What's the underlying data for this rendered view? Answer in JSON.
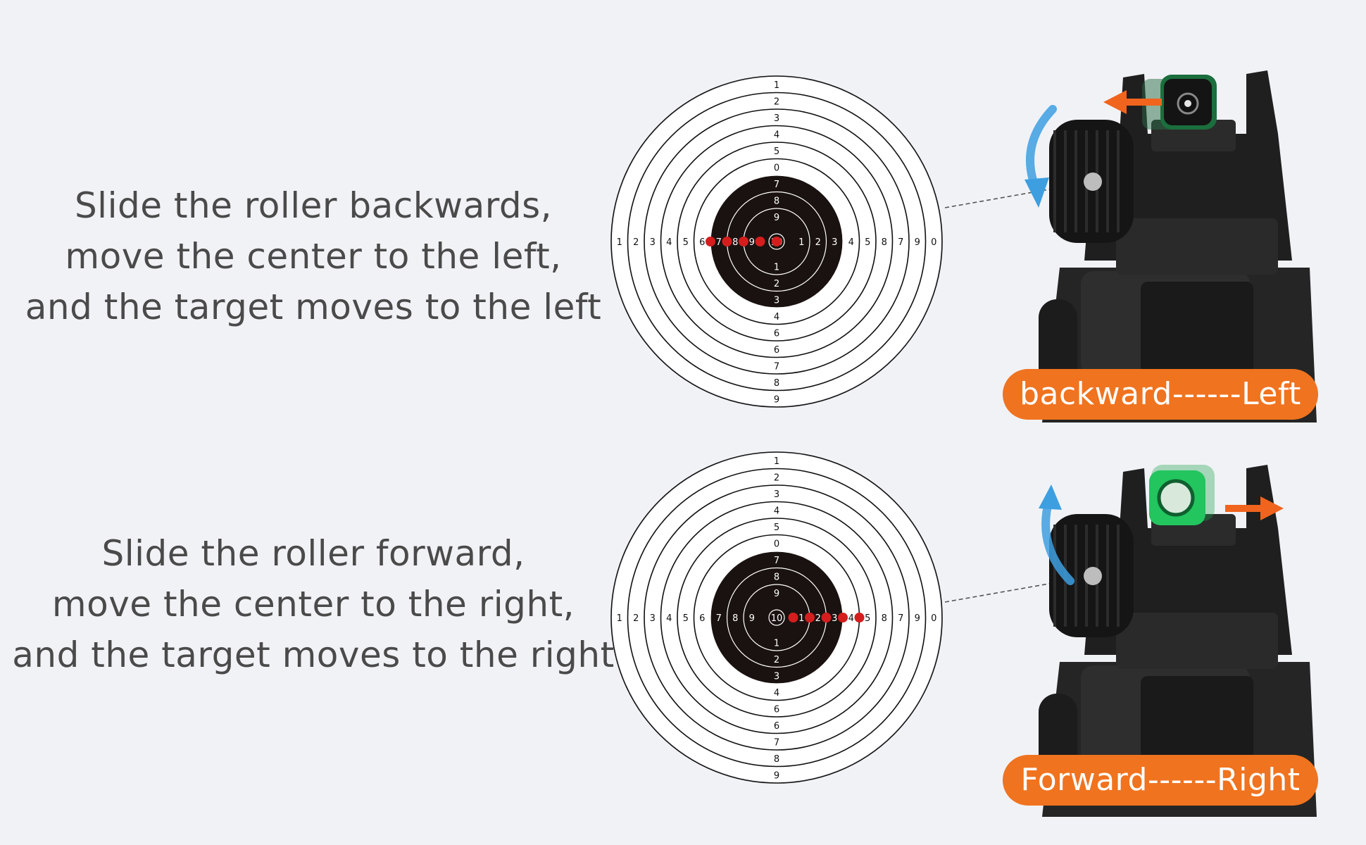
{
  "panels": [
    {
      "caption_lines": [
        "Slide the roller backwards,",
        "move the center to the left,",
        "and the target moves to the left"
      ],
      "label": "backward------Left",
      "roll_direction": "backward",
      "target_shift": "left",
      "impact_ring_scores": [
        10,
        9,
        8,
        7,
        6
      ]
    },
    {
      "caption_lines": [
        "Slide the roller forward,",
        "move the center to the right,",
        "and the target moves to the right"
      ],
      "label": "Forward------Right",
      "roll_direction": "forward",
      "target_shift": "right",
      "impact_ring_scores": [
        9,
        8,
        7,
        6,
        5
      ]
    }
  ],
  "target_numbers": {
    "vertical_top": [
      "1",
      "2",
      "3",
      "4",
      "5",
      "0",
      "7",
      "8",
      "9"
    ],
    "vertical_bottom": [
      "9",
      "8",
      "7",
      "6",
      "6",
      "4",
      "3",
      "2",
      "1"
    ],
    "horizontal_left": [
      "1",
      "2",
      "3",
      "4",
      "5",
      "6",
      "7",
      "8",
      "9"
    ],
    "horizontal_right": [
      "0",
      "9",
      "7",
      "8",
      "5",
      "4",
      "3",
      "2",
      "1"
    ],
    "center": "10"
  },
  "colors": {
    "background": "#f1f2f6",
    "label_pill": "#f0731f",
    "arrow": "#f0641e",
    "impact_dot": "#d41e1e",
    "roller_arrow": "#3d9fe0",
    "sight_body": "#1f1f1f",
    "sight_lens": "#22c55e",
    "target_bull": "#1a1210"
  },
  "icons": {
    "move_arrow": "arrow-icon",
    "roller_arrow": "curved-arrow-icon"
  }
}
